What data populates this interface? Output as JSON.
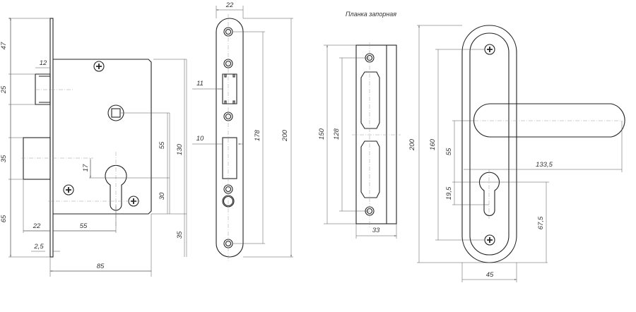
{
  "title": "Планка запорная",
  "lock_body": {
    "d47": "47",
    "d25": "25",
    "d35": "35",
    "d65": "65",
    "d12": "12",
    "d22": "22",
    "d55": "55",
    "d25b": "2,5",
    "d85": "85",
    "d17": "17",
    "d55v": "55",
    "d30": "30",
    "d130": "130",
    "d35r": "35"
  },
  "faceplate": {
    "d22": "22",
    "d11": "11",
    "d10": "10",
    "d178": "178",
    "d200": "200"
  },
  "strike": {
    "d150": "150",
    "d128": "128",
    "d33": "33"
  },
  "handle": {
    "d200": "200",
    "d160": "160",
    "d55": "55",
    "d195": "19,5",
    "d1335": "133,5",
    "d675": "67,5",
    "d45": "45"
  }
}
